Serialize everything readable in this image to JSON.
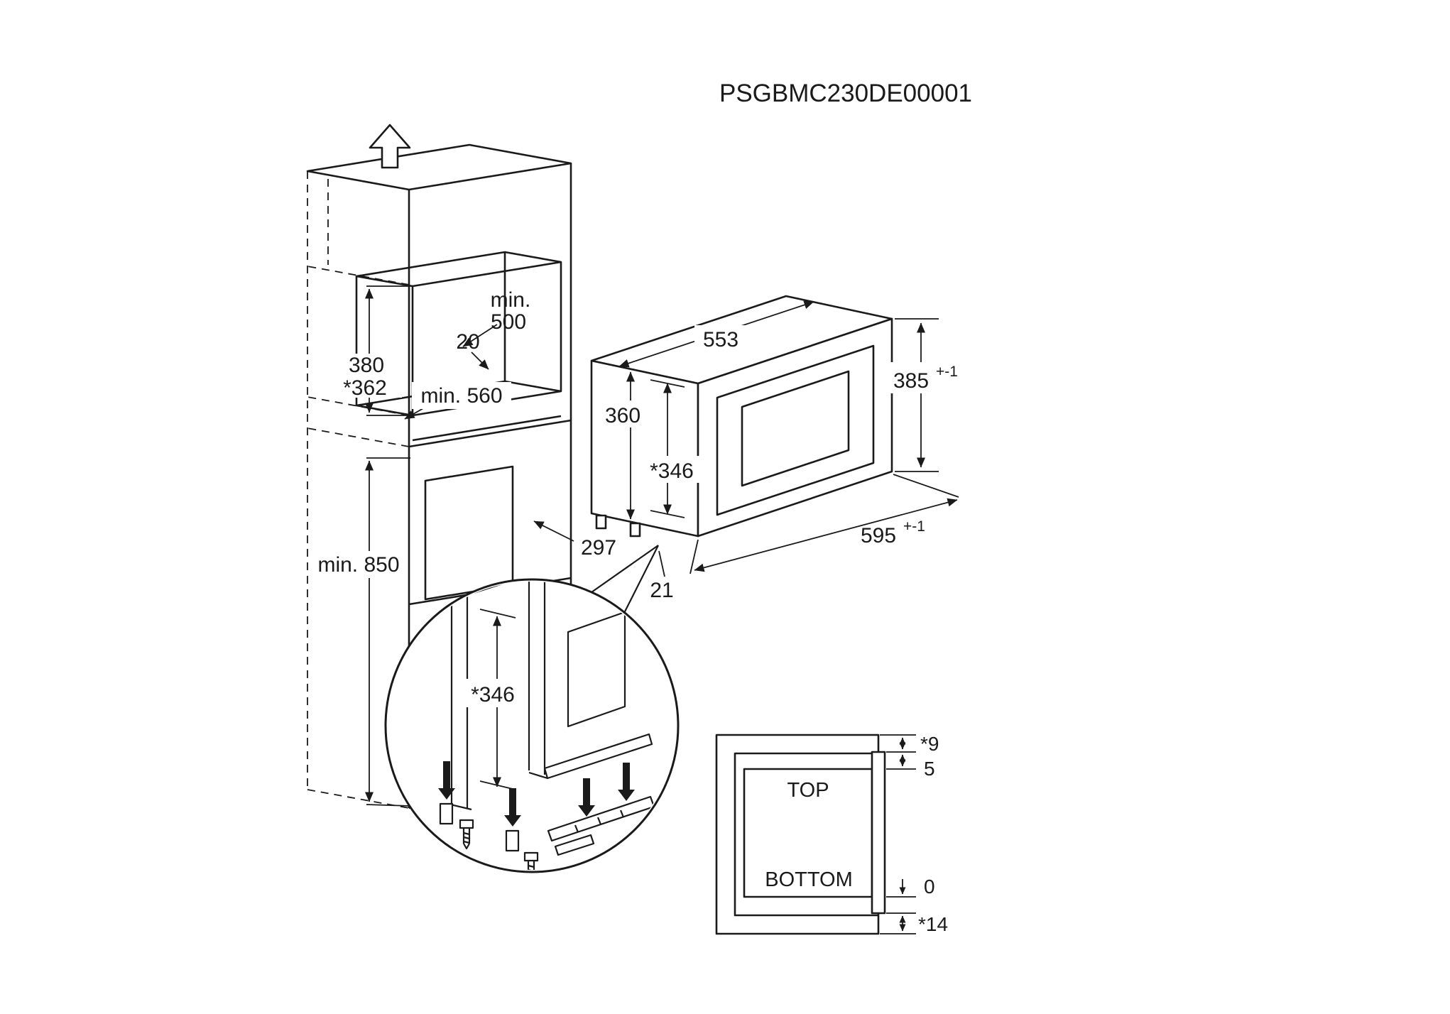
{
  "title": "PSGBMC230DE00001",
  "colors": {
    "line": "#1a1a1a",
    "background": "#ffffff"
  },
  "cabinet": {
    "niche_width_min": "min.",
    "niche_width_value": "500",
    "gap_label": "20",
    "niche_height_label": "380",
    "niche_height_alt_label": "*362",
    "niche_depth_label": "min. 560",
    "plinth_height_label": "min. 850",
    "oven_offset_label": "297",
    "gap_bottom_label": "21"
  },
  "microwave": {
    "width_label": "553",
    "height_label": "360",
    "inner_height_label": "*346",
    "front_height_label": "385",
    "front_height_tol": "+-1",
    "front_width_label": "595",
    "front_width_tol": "+-1"
  },
  "detail": {
    "height_label": "*346"
  },
  "section": {
    "top_label": "TOP",
    "bottom_label": "BOTTOM",
    "dims": {
      "top_offset": "*9",
      "top_gap": "5",
      "bottom_gap": "0",
      "bottom_offset": "*14"
    }
  }
}
